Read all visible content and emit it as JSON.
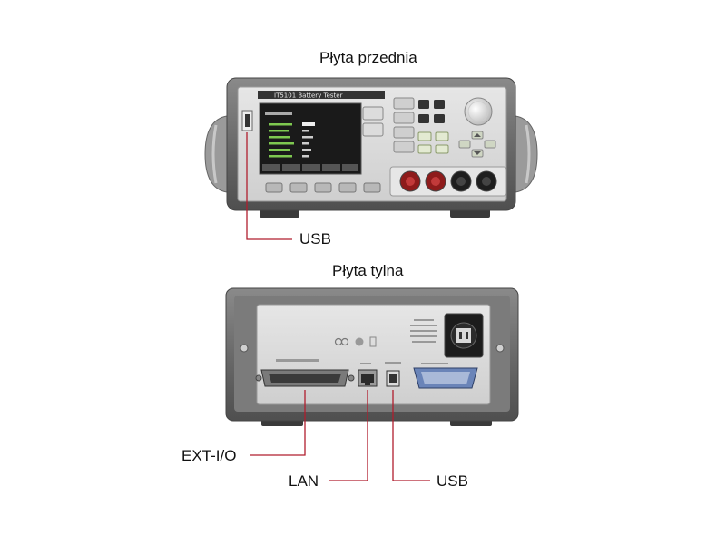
{
  "headings": {
    "front": "Płyta przednia",
    "rear": "Płyta tylna"
  },
  "front_panel": {
    "model_label": "IT5101 Battery Tester",
    "callouts": {
      "usb": "USB"
    }
  },
  "rear_panel": {
    "callouts": {
      "ext_io": "EXT-I/O",
      "lan": "LAN",
      "usb": "USB"
    }
  },
  "colors": {
    "leader_line": "#b01e2e",
    "case": "#6e6e6e",
    "panel": "#d9d9d9",
    "screen": "#1a1a1a"
  }
}
